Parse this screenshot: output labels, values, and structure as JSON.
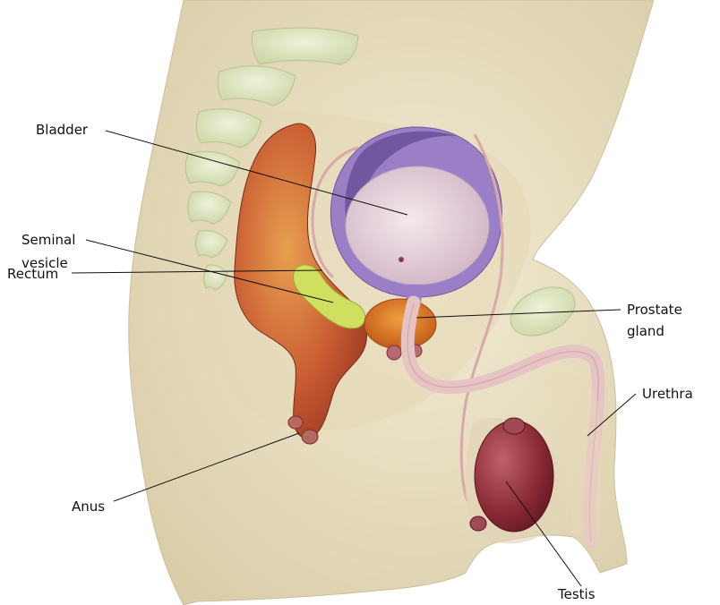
{
  "labels": {
    "bladder": "Bladder",
    "seminal_vesicle_line1": "Seminal",
    "seminal_vesicle_line2": "vesicle",
    "rectum": "Rectum",
    "anus": "Anus",
    "prostate_line1": "Prostate",
    "prostate_line2": "gland",
    "urethra": "Urethra",
    "testis": "Testis"
  },
  "colors": {
    "skin": "#e9dfc2",
    "bone": "#dfe8c3",
    "rectum": "#c86a3e",
    "bladder_wall": "#9a7fc6",
    "bladder_lumen": "#e9d6df",
    "prostate": "#e3832a",
    "seminal_vesicle": "#cfe060",
    "urethra": "#e7c4c4",
    "testis": "#8a2a35",
    "leader_line": "#111111"
  }
}
